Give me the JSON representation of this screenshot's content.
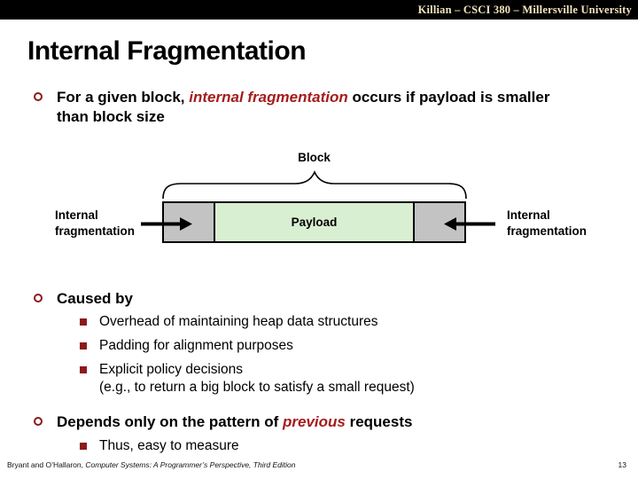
{
  "header": {
    "course_info": "Killian – CSCI 380 – Millersville University"
  },
  "slide": {
    "title": "Internal Fragmentation",
    "page_number": "13",
    "footer_authors": "Bryant and O’Hallaron, ",
    "footer_book": "Computer Systems: A Programmer’s Perspective, Third Edition"
  },
  "bullets": {
    "b1_pre": "For a given block, ",
    "b1_em": "internal fragmentation",
    "b1_post": " occurs if payload is smaller than block size",
    "b2": "Caused by",
    "b2_sub1": "Overhead of maintaining heap data structures",
    "b2_sub2": "Padding for alignment purposes",
    "b2_sub3_line1": "Explicit policy decisions",
    "b2_sub3_line2": "(e.g., to return a big block to satisfy a small request)",
    "b3_pre": "Depends only on the pattern of ",
    "b3_em": "previous",
    "b3_post": " requests",
    "b3_sub1": "Thus, easy to measure"
  },
  "diagram": {
    "block_label": "Block",
    "payload_label": "Payload",
    "left_label": "Internal fragmentation",
    "right_label": "Internal fragmentation"
  },
  "colors": {
    "accent_red_text": "#A51C1C",
    "bullet_red": "#8B1A1A",
    "block_gray": "#C3C3C3",
    "payload_green": "#D9EFD2",
    "header_bg": "#000000",
    "header_text": "#F2E3BC"
  }
}
